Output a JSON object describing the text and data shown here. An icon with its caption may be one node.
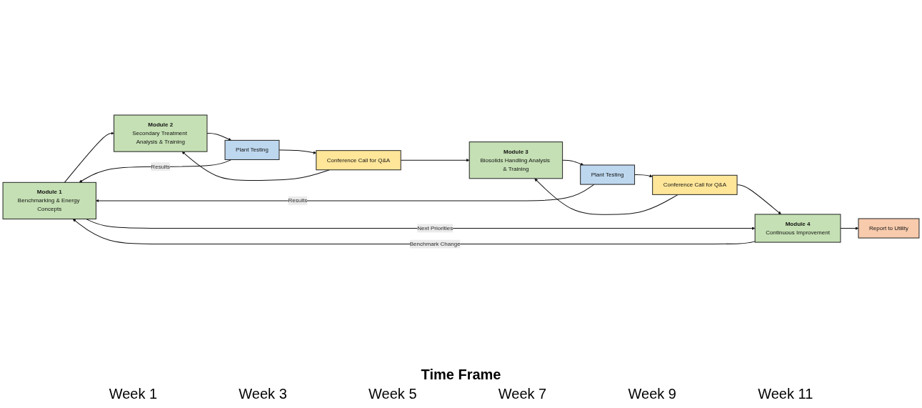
{
  "diagram": {
    "nodes": [
      {
        "text": [
          "Module 1",
          "Benchmarking & Energy Concepts"
        ]
      },
      {
        "text": [
          "Module 2",
          "Secondary Treatment Analysis & Training"
        ]
      },
      {
        "text": [
          "Conference Call for Q&A"
        ]
      },
      {
        "text": [
          "Module 3",
          "Biosolids Handling Analysis & Training"
        ]
      },
      {
        "text": [
          "Conference Call for Q&A"
        ]
      },
      {
        "text": [
          "Module 4",
          "Continuous Improvement"
        ]
      },
      {
        "text": [
          "Plant Testing"
        ]
      },
      {
        "text": [
          "Plant Testing"
        ]
      },
      {
        "text": [
          "Report to Utility"
        ]
      }
    ],
    "edges": [
      {
        "from": 0,
        "to": 1,
        "arrow": "to"
      },
      {
        "from": 2,
        "to": 1,
        "arrow": "to"
      },
      {
        "from": 2,
        "to": 3,
        "arrow": "to"
      },
      {
        "from": 4,
        "to": 3,
        "arrow": "to"
      },
      {
        "from": 4,
        "to": 5,
        "arrow": "to"
      },
      {
        "from": 1,
        "to": 6,
        "arrow": "to"
      },
      {
        "from": 6,
        "to": 2,
        "arrow": "to"
      },
      {
        "from": 6,
        "to": 0,
        "label": "Results",
        "arrow": "to"
      },
      {
        "from": 3,
        "to": 7,
        "arrow": "to"
      },
      {
        "from": 7,
        "to": 4,
        "arrow": "to"
      },
      {
        "from": 7,
        "to": 0,
        "label": "Results",
        "arrow": "to"
      },
      {
        "from": 5,
        "to": 8,
        "arrow": "to"
      },
      {
        "from": 0,
        "to": 5,
        "label": "Next Priorities",
        "arrow": "to"
      },
      {
        "from": 5,
        "to": 0,
        "label": "Benchmark Change",
        "arrow": "to"
      }
    ],
    "labels": [
      "Time Frame",
      "Week 1",
      "Week 3",
      "Week 5",
      "Week 7",
      "Week 9",
      "Week 11"
    ]
  }
}
